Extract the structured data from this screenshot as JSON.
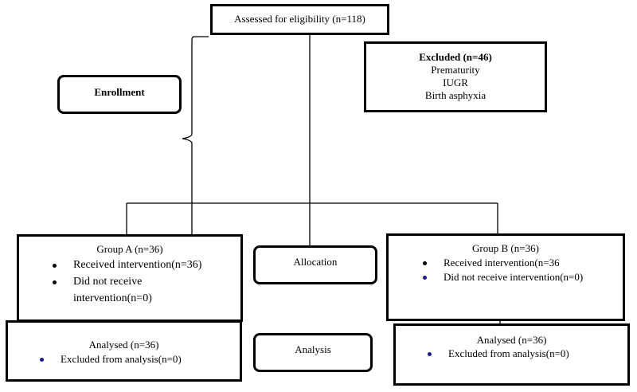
{
  "assessed": "Assessed  for eligibility (n=118)",
  "excluded": {
    "title": "Excluded (n=46)",
    "items": [
      "Prematurity",
      "IUGR",
      "Birth asphyxia"
    ]
  },
  "enrollment": "Enrollment",
  "allocation": "Allocation",
  "analysis": "Analysis",
  "group_a": {
    "title": "Group A (n=36)",
    "received": "Received intervention(n=36)",
    "not_received_1": "Did not receive",
    "not_received_2": "intervention(n=0)"
  },
  "group_b": {
    "title": "Group B (n=36)",
    "received": "Received intervention(n=36",
    "not_received": "Did not receive intervention(n=0)"
  },
  "analysed_a": {
    "title": "Analysed (n=36)",
    "excluded": "Excluded from analysis(n=0)"
  },
  "analysed_b": {
    "title": "Analysed (n=36)",
    "excluded": "Excluded from analysis(n=0)"
  },
  "colors": {
    "line": "#000000",
    "bullet_blue": "#1a1a8c"
  }
}
